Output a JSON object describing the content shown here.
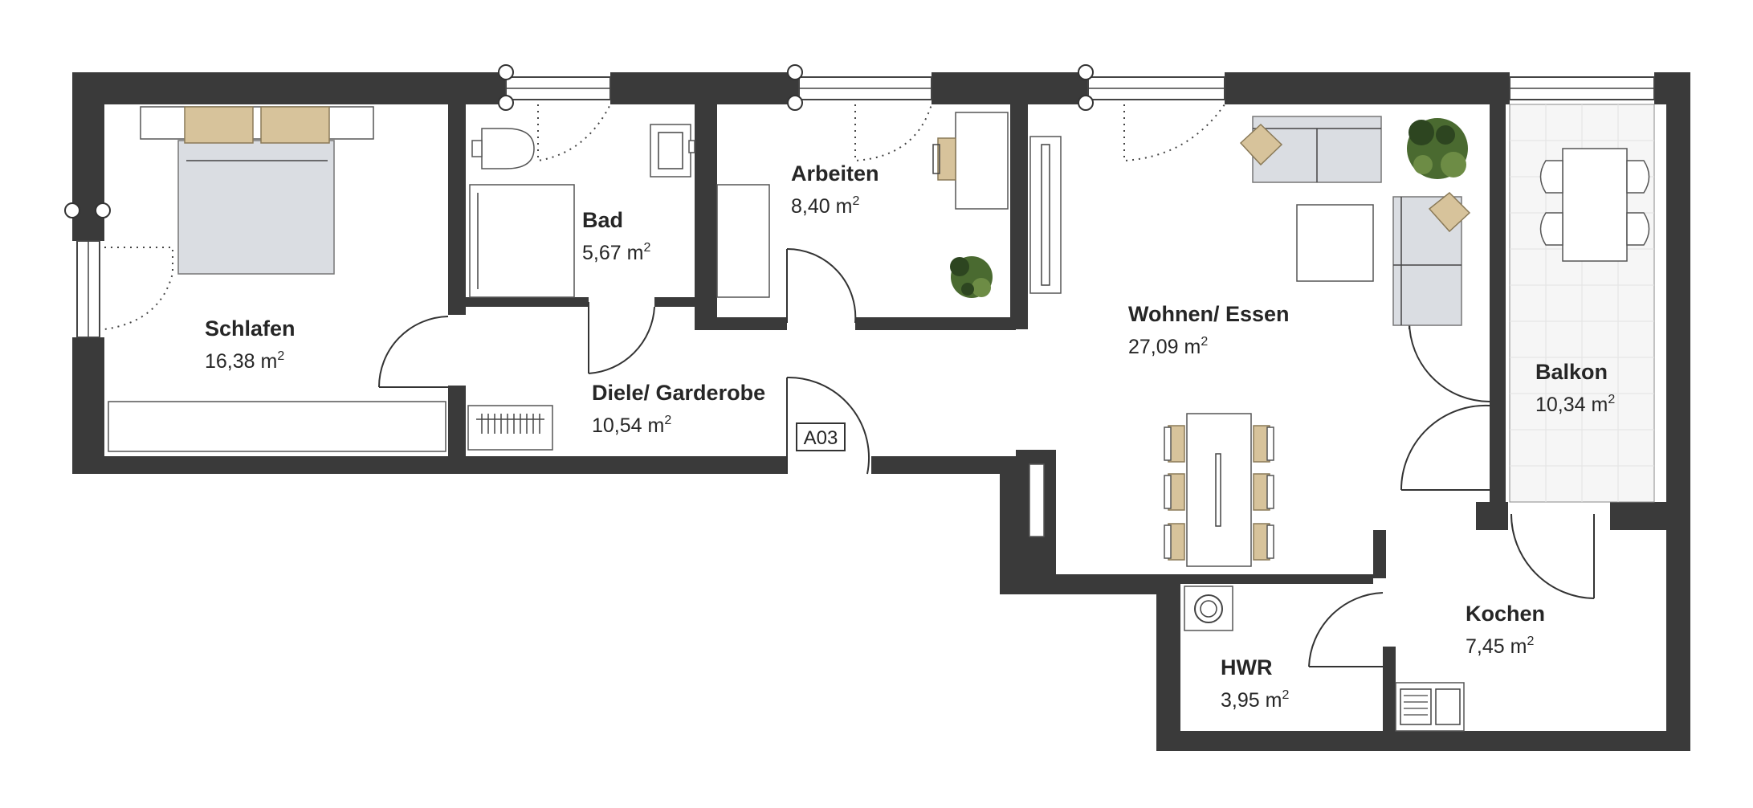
{
  "unit": {
    "label": "A03"
  },
  "rooms": {
    "schlafen": {
      "name": "Schlafen",
      "area": "16,38 m",
      "sup": "2"
    },
    "bad": {
      "name": "Bad",
      "area": "5,67 m",
      "sup": "2"
    },
    "arbeiten": {
      "name": "Arbeiten",
      "area": "8,40 m",
      "sup": "2"
    },
    "wohnen": {
      "name": "Wohnen/ Essen",
      "area": "27,09 m",
      "sup": "2"
    },
    "diele": {
      "name": "Diele/ Garderobe",
      "area": "10,54 m",
      "sup": "2"
    },
    "balkon": {
      "name": "Balkon",
      "area": "10,34 m",
      "sup": "2"
    },
    "kochen": {
      "name": "Kochen",
      "area": "7,45 m",
      "sup": "2"
    },
    "hwr": {
      "name": "HWR",
      "area": "3,95 m",
      "sup": "2"
    }
  },
  "colors": {
    "wall": "#3a3a3a",
    "furniture_grey": "#dadde2",
    "wood": "#d7c39b",
    "plant": "#3e5a2a"
  }
}
